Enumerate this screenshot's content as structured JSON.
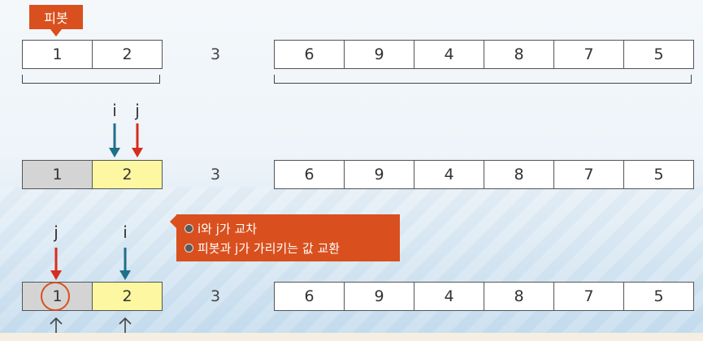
{
  "pivot_tag": "피봇",
  "rows": [
    {
      "left": [
        "1",
        "2"
      ],
      "pivot": "3",
      "right": [
        "6",
        "9",
        "4",
        "8",
        "7",
        "5"
      ]
    },
    {
      "left": [
        "1",
        "2"
      ],
      "pivot": "3",
      "right": [
        "6",
        "9",
        "4",
        "8",
        "7",
        "5"
      ]
    },
    {
      "left": [
        "1",
        "2"
      ],
      "pivot": "3",
      "right": [
        "6",
        "9",
        "4",
        "8",
        "7",
        "5"
      ]
    }
  ],
  "pointers": {
    "row2_i": "i",
    "row2_j": "j",
    "row3_j": "j",
    "row3_i": "i"
  },
  "note": {
    "line1": "i와 j가 교차",
    "line2": "피봇과 j가 가리키는 값 교환"
  },
  "colors": {
    "accent": "#d9501e",
    "i_arrow": "#1f6f8b",
    "j_arrow": "#d62d20",
    "highlight_gray": "#d4d4d4",
    "highlight_yellow": "#fcf7a0"
  }
}
